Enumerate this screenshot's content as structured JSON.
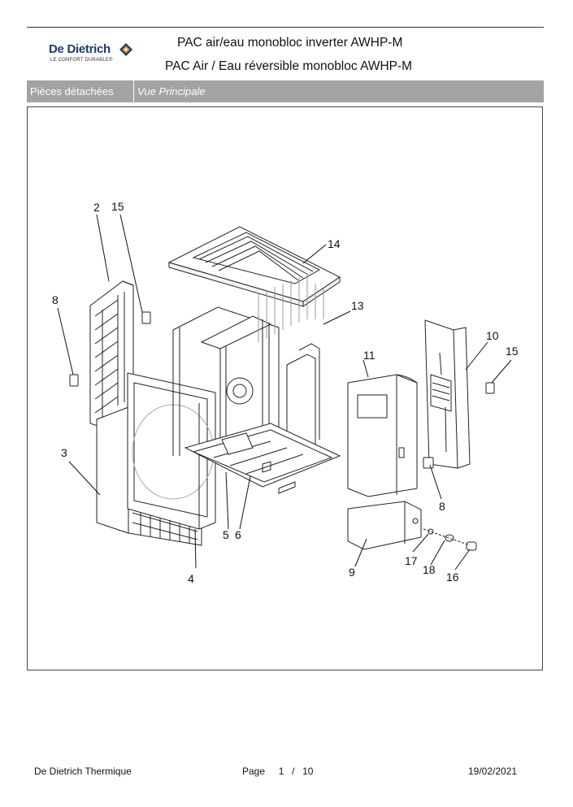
{
  "header": {
    "brand": "De Dietrich",
    "tagline": "LE CONFORT DURABLE®",
    "title_line1": "PAC air/eau monobloc inverter AWHP-M",
    "title_line2": "PAC Air / Eau réversible monobloc AWHP-M"
  },
  "tabs": {
    "section": "Pièces détachées",
    "view": "Vue Principale"
  },
  "diagram": {
    "callouts": [
      "2",
      "15",
      "14",
      "8",
      "13",
      "10",
      "15",
      "11",
      "3",
      "8",
      "5",
      "6",
      "4",
      "9",
      "17",
      "18",
      "16"
    ]
  },
  "footer": {
    "company": "De Dietrich Thermique",
    "page_label": "Page",
    "page_current": "1",
    "page_sep": "/",
    "page_total": "10",
    "date": "19/02/2021"
  },
  "colors": {
    "brand_blue": "#1b3a6b",
    "brand_orange": "#e07b1a",
    "tab_gray": "#a3a3a3"
  }
}
